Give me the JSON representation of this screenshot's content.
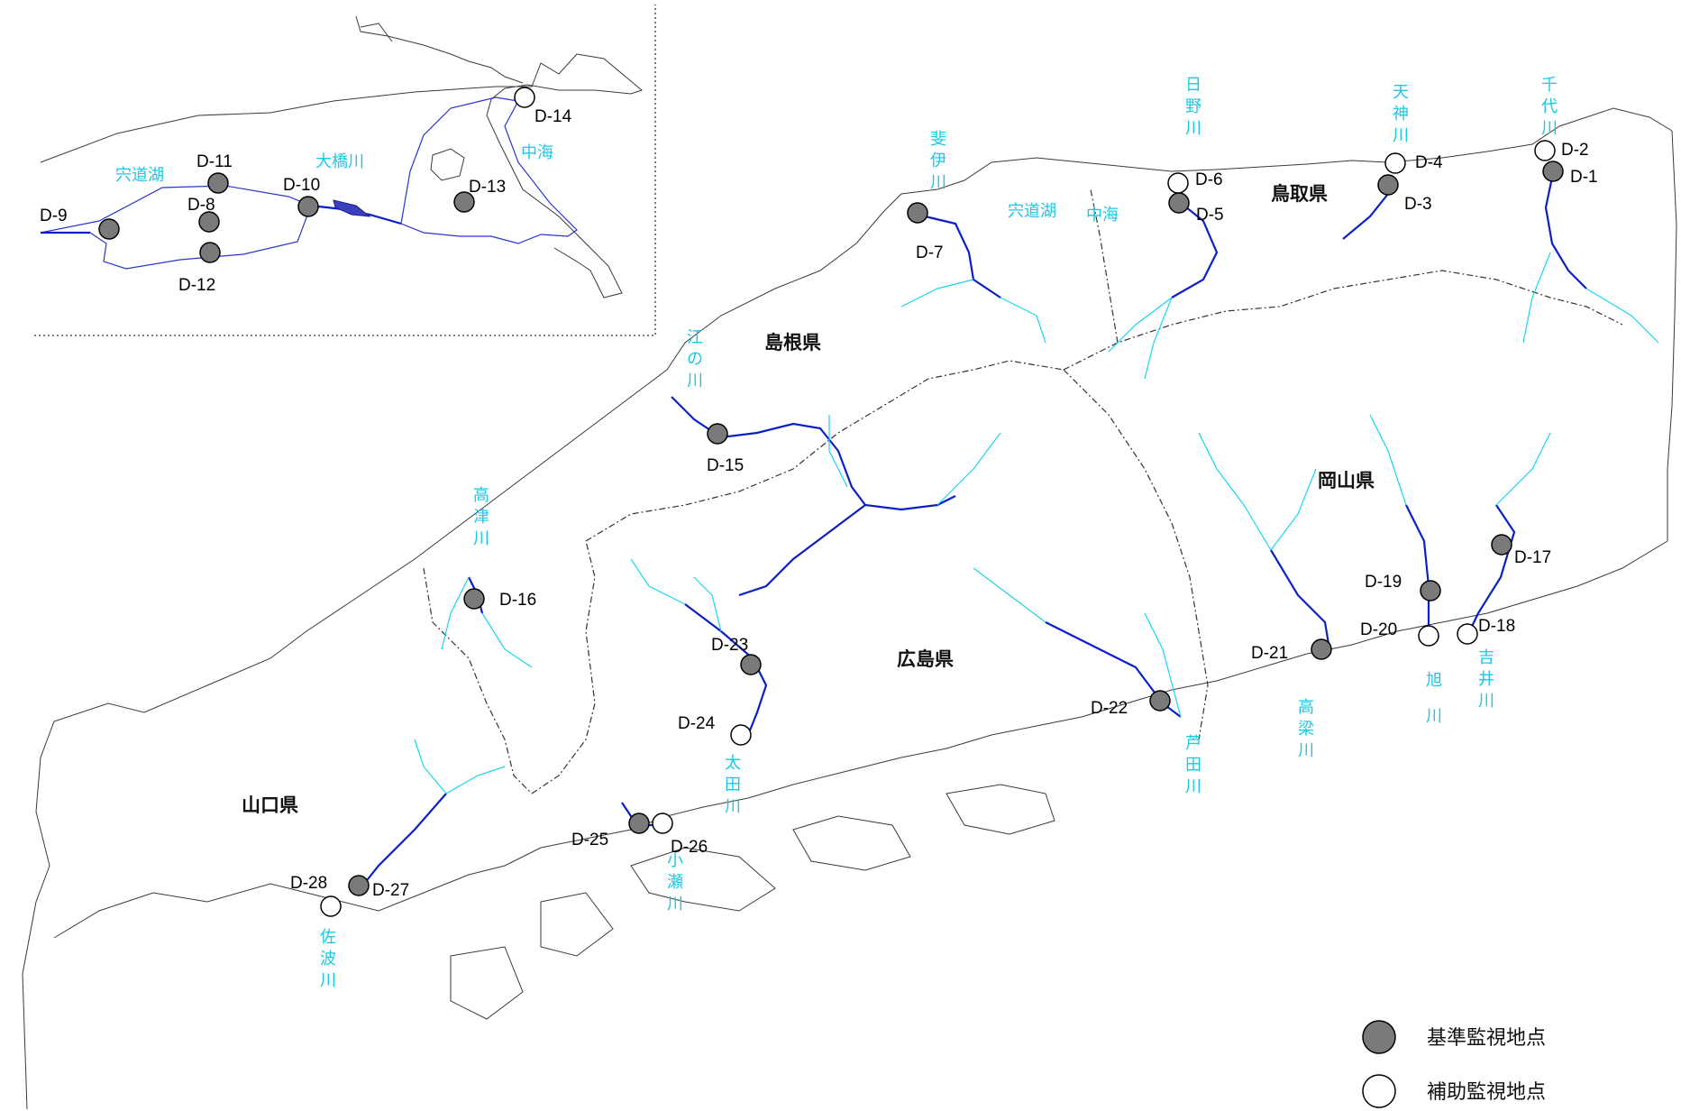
{
  "colors": {
    "basic_station_fill": "#7a7a7a",
    "aux_station_fill": "#ffffff",
    "main_river": "#0b1fc8",
    "tributary": "#19d6f0",
    "river_label": "#18c9e6"
  },
  "prefectures": [
    {
      "id": "shimane",
      "name": "島根県"
    },
    {
      "id": "tottori",
      "name": "鳥取県"
    },
    {
      "id": "okayama",
      "name": "岡山県"
    },
    {
      "id": "hiroshima",
      "name": "広島県"
    },
    {
      "id": "yamaguchi",
      "name": "山口県"
    }
  ],
  "rivers": [
    {
      "id": "sendai",
      "name": "千代川"
    },
    {
      "id": "tenjin",
      "name": "天神川"
    },
    {
      "id": "hino",
      "name": "日野川"
    },
    {
      "id": "hii",
      "name": "斐伊川"
    },
    {
      "id": "shinji-main",
      "name": "宍道湖"
    },
    {
      "id": "nakaumi-main",
      "name": "中海"
    },
    {
      "id": "gonokawa",
      "name": "江の川"
    },
    {
      "id": "takatsu",
      "name": "高津川"
    },
    {
      "id": "ota",
      "name": "太田川"
    },
    {
      "id": "oze",
      "name": "小瀬川"
    },
    {
      "id": "saba",
      "name": "佐波川"
    },
    {
      "id": "ashida",
      "name": "芦田川"
    },
    {
      "id": "takahashi",
      "name": "高梁川"
    },
    {
      "id": "asahi",
      "name": "旭川"
    },
    {
      "id": "yoshii",
      "name": "吉井川"
    }
  ],
  "inset": {
    "labels": [
      {
        "id": "shinji",
        "name": "宍道湖"
      },
      {
        "id": "ohashi",
        "name": "大橋川"
      },
      {
        "id": "nakaumi",
        "name": "中海"
      }
    ]
  },
  "stations": [
    {
      "id": "D-1",
      "label": "D-1",
      "type": "basic"
    },
    {
      "id": "D-2",
      "label": "D-2",
      "type": "aux"
    },
    {
      "id": "D-3",
      "label": "D-3",
      "type": "basic"
    },
    {
      "id": "D-4",
      "label": "D-4",
      "type": "aux"
    },
    {
      "id": "D-5",
      "label": "D-5",
      "type": "basic"
    },
    {
      "id": "D-6",
      "label": "D-6",
      "type": "aux"
    },
    {
      "id": "D-7",
      "label": "D-7",
      "type": "basic"
    },
    {
      "id": "D-8",
      "label": "D-8",
      "type": "basic"
    },
    {
      "id": "D-9",
      "label": "D-9",
      "type": "basic"
    },
    {
      "id": "D-10",
      "label": "D-10",
      "type": "basic"
    },
    {
      "id": "D-11",
      "label": "D-11",
      "type": "basic"
    },
    {
      "id": "D-12",
      "label": "D-12",
      "type": "basic"
    },
    {
      "id": "D-13",
      "label": "D-13",
      "type": "basic"
    },
    {
      "id": "D-14",
      "label": "D-14",
      "type": "aux"
    },
    {
      "id": "D-15",
      "label": "D-15",
      "type": "basic"
    },
    {
      "id": "D-16",
      "label": "D-16",
      "type": "basic"
    },
    {
      "id": "D-17",
      "label": "D-17",
      "type": "basic"
    },
    {
      "id": "D-18",
      "label": "D-18",
      "type": "aux"
    },
    {
      "id": "D-19",
      "label": "D-19",
      "type": "basic"
    },
    {
      "id": "D-20",
      "label": "D-20",
      "type": "aux"
    },
    {
      "id": "D-21",
      "label": "D-21",
      "type": "basic"
    },
    {
      "id": "D-22",
      "label": "D-22",
      "type": "basic"
    },
    {
      "id": "D-23",
      "label": "D-23",
      "type": "basic"
    },
    {
      "id": "D-24",
      "label": "D-24",
      "type": "aux"
    },
    {
      "id": "D-25",
      "label": "D-25",
      "type": "basic"
    },
    {
      "id": "D-26",
      "label": "D-26",
      "type": "aux"
    },
    {
      "id": "D-27",
      "label": "D-27",
      "type": "basic"
    },
    {
      "id": "D-28",
      "label": "D-28",
      "type": "aux"
    }
  ],
  "legend": {
    "basic_label": "基準監視地点",
    "aux_label": "補助監視地点"
  }
}
